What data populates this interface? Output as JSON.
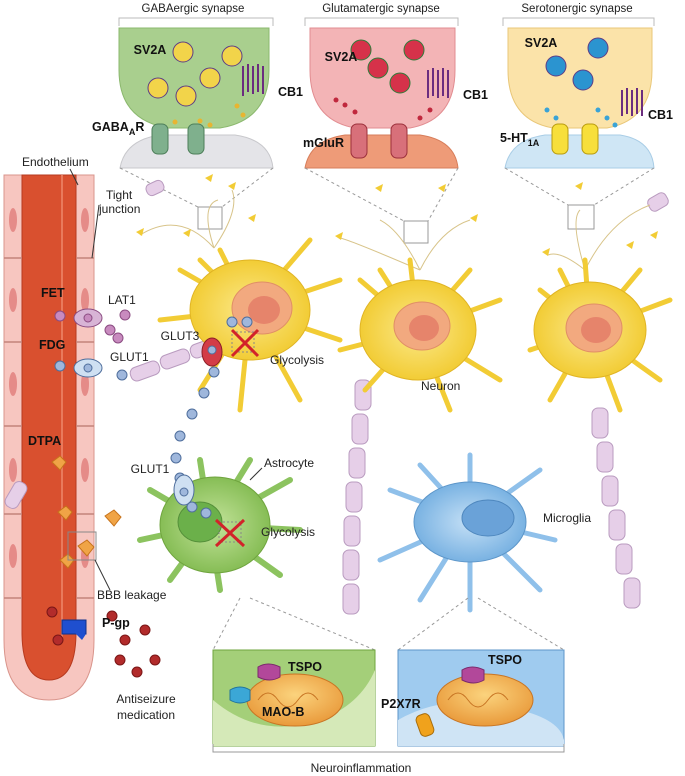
{
  "synapses": {
    "gaba": {
      "title": "GABAergic synapse",
      "vesicle_label": "SV2A",
      "receptor_label": "GABA",
      "receptor_sub": "A",
      "receptor_tail": "R",
      "cb1": "CB1"
    },
    "glu": {
      "title": "Glutamatergic synapse",
      "vesicle_label": "SV2A",
      "receptor_label": "mGluR",
      "cb1": "CB1"
    },
    "sero": {
      "title": "Serotonergic synapse",
      "vesicle_label": "SV2A",
      "receptor_label": "5-HT",
      "receptor_sub": "1A",
      "cb1": "CB1"
    }
  },
  "vessel": {
    "endothelium": "Endothelium",
    "tight_junction_1": "Tight",
    "tight_junction_2": "junction",
    "fet": "FET",
    "lat1": "LAT1",
    "fdg": "FDG",
    "glut1": "GLUT1",
    "dtpa": "DTPA",
    "bbb_leakage": "BBB leakage",
    "pgp": "P-gp",
    "asm_1": "Antiseizure",
    "asm_2": "medication"
  },
  "neuron": {
    "glut3": "GLUT3",
    "glycolysis": "Glycolysis",
    "label": "Neuron"
  },
  "astrocyte": {
    "glut1": "GLUT1",
    "label": "Astrocyte",
    "glycolysis": "Glycolysis"
  },
  "microglia": {
    "label": "Microglia"
  },
  "insets": {
    "astro_tspo": "TSPO",
    "astro_maob": "MAO-B",
    "micro_tspo": "TSPO",
    "micro_p2x7r": "P2X7R"
  },
  "footer": {
    "neuroinflammation": "Neuroinflammation"
  },
  "colors": {
    "vessel": "#d9502f",
    "endothelial": "#f7c6c0",
    "neuron": "#f6d64a",
    "astrocyte": "#9ccc6a",
    "microglia": "#8fc0ea",
    "gaba_bg": "#a9cf8e",
    "glu_bg": "#f3b4b6",
    "sero_bg": "#fbe3a9"
  }
}
